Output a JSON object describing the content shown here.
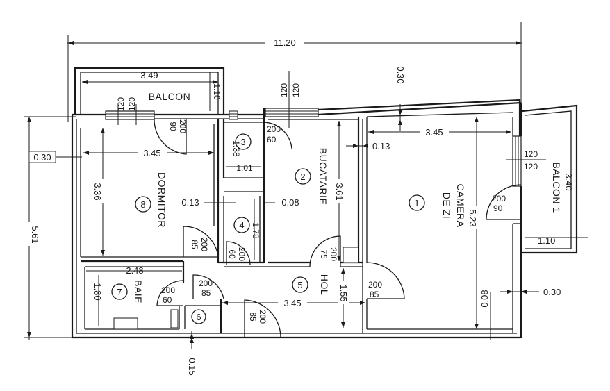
{
  "dimensions": {
    "overall_width": "11.20",
    "overall_height": "5.61",
    "left_wall": "0.30",
    "top_wall": "0.30",
    "right_wall": "0.30",
    "bottom_wall": "0.15",
    "dormitor_width": "3.45",
    "dormitor_height": "3.36",
    "balcon_width": "3.49",
    "balcon_depth": "1.10",
    "baie_width": "2.48",
    "baie_height": "1.80",
    "hol_width": "3.45",
    "hol_height": "1.55",
    "camera_width": "3.45",
    "camera_height": "5.23",
    "bucatarie_height": "3.61",
    "balcon1_height": "3.40",
    "balcon1_depth": "1.10",
    "wall_013_left": "0.13",
    "wall_013_right": "0.13",
    "wall_008_mid": "0.08",
    "wall_008_right": "0.08",
    "space3_width": "1.01",
    "space3_height": "1.38",
    "space4_height": "1.78"
  },
  "rooms": {
    "r1": {
      "number": "1",
      "name_line1": "CAMERA",
      "name_line2": "DE ZI"
    },
    "r2": {
      "number": "2",
      "name": "BUCATARIE"
    },
    "r3": {
      "number": "3"
    },
    "r4": {
      "number": "4"
    },
    "r5": {
      "number": "5",
      "name": "HOL"
    },
    "r6": {
      "number": "6"
    },
    "r7": {
      "number": "7",
      "name": "BAIE"
    },
    "r8": {
      "number": "8",
      "name": "DORMITOR"
    },
    "balcon": {
      "name": "BALCON"
    },
    "balcon1": {
      "name": "BALCON 1"
    }
  },
  "openings": {
    "win_balcon_top": "120",
    "win_balcon_bottom": "120",
    "door_balcon_a": "200",
    "door_balcon_b": "90",
    "win_bucatarie_top": "120",
    "win_bucatarie_bottom": "120",
    "door_bucatarie_a": "200",
    "door_bucatarie_b": "60",
    "win_camera_a": "120",
    "win_camera_b": "120",
    "door_camera_a": "200",
    "door_camera_b": "90",
    "door_dormitor_a": "200",
    "door_dormitor_b": "85",
    "door_hol_dorm_a": "200",
    "door_hol_dorm_b": "85",
    "door_space4_a": "200",
    "door_space4_b": "60",
    "door_buc_hol_a": "200",
    "door_buc_hol_b": "75",
    "door_cam_hol_a": "200",
    "door_cam_hol_b": "85",
    "door_baie_a": "200",
    "door_baie_b": "60",
    "door_entry_a": "200",
    "door_entry_b": "85"
  }
}
